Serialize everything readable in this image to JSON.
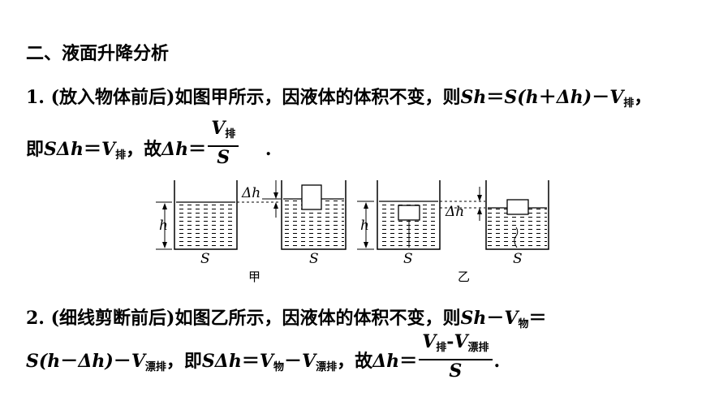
{
  "heading": "二、液面升降分析",
  "item1": {
    "number": "1.",
    "title": "(放入物体前后)",
    "text_a": "如图甲所示，因液体的体积不变，则",
    "formula_a1": "Sh",
    "eq1": "＝",
    "formula_a2": "S(h",
    "plus": "＋",
    "delta_h": "Δh)",
    "minus1": "－",
    "V": "V",
    "sub_pai": "排",
    "comma": "，",
    "text_b": "即",
    "formula_b1": "SΔh",
    "eq2": "＝",
    "V2": "V",
    "sub_pai2": "排",
    "text_c": "，故",
    "formula_c1": "Δh",
    "eq3": "＝",
    "frac_num_V": "V",
    "frac_num_sub": "排",
    "frac_den": "S",
    "period": "."
  },
  "figure": {
    "labels": {
      "h1": "h",
      "s1": "S",
      "dh1": "Δh",
      "s2": "S",
      "h2": "h",
      "s3": "S",
      "dh2": "Δh",
      "s4": "S"
    },
    "captions": {
      "jia": "甲",
      "yi": "乙"
    }
  },
  "item2": {
    "number": "2.",
    "title": "(细线剪断前后)",
    "text_a": "如图乙所示，因液体的体积不变，则",
    "formula_a1": "Sh",
    "minus1": "－",
    "V": "V",
    "sub_wu": "物",
    "eq1": "＝",
    "formula_b1": "S(h",
    "minus2": "－",
    "delta_h": "Δh)",
    "minus3": "－",
    "V2": "V",
    "sub_piaopai": "漂排",
    "text_b": "，即",
    "formula_c1": "SΔh",
    "eq2": "＝",
    "V3": "V",
    "sub_wu2": "物",
    "minus4": "－",
    "V4": "V",
    "sub_piaopai2": "漂排",
    "text_c": "，故",
    "formula_d1": "Δh",
    "eq3": "＝",
    "frac_num_V1": "V",
    "frac_num_sub1": "排",
    "frac_num_minus": "-",
    "frac_num_V2": "V",
    "frac_num_sub2": "漂排",
    "frac_den": "S",
    "period": "."
  }
}
